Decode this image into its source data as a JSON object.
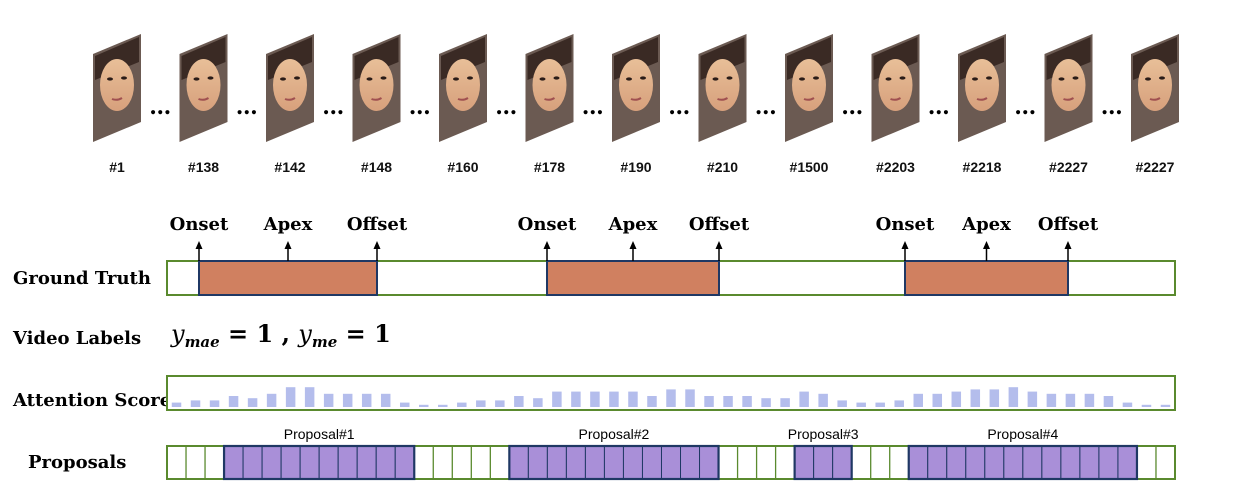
{
  "frames": [
    {
      "label": "#1"
    },
    {
      "label": "#138"
    },
    {
      "label": "#142"
    },
    {
      "label": "#148"
    },
    {
      "label": "#160"
    },
    {
      "label": "#178"
    },
    {
      "label": "#190"
    },
    {
      "label": "#210"
    },
    {
      "label": "#1500"
    },
    {
      "label": "#2203"
    },
    {
      "label": "#2218"
    },
    {
      "label": "#2227"
    },
    {
      "label": "#2227"
    }
  ],
  "ellipsis": "…",
  "rows": {
    "ground_truth": "Ground Truth",
    "video_labels": "Video Labels",
    "attention_scores": "Attention Scores",
    "proposals": "Proposals"
  },
  "ground_truth": {
    "segments": [
      {
        "onset": "Onset",
        "apex": "Apex",
        "offset": "Offset"
      },
      {
        "onset": "Onset",
        "apex": "Apex",
        "offset": "Offset"
      },
      {
        "onset": "Onset",
        "apex": "Apex",
        "offset": "Offset"
      }
    ]
  },
  "video_labels": {
    "y_mae_symbol": "y",
    "y_mae_sub": "mae",
    "y_mae_value": " = 1 , ",
    "y_me_symbol": "y",
    "y_me_sub": "me",
    "y_me_value": " = 1"
  },
  "attention": {
    "scores": [
      0.2,
      0.3,
      0.3,
      0.5,
      0.4,
      0.6,
      0.9,
      0.9,
      0.6,
      0.6,
      0.6,
      0.6,
      0.2,
      0.1,
      0.1,
      0.2,
      0.3,
      0.3,
      0.5,
      0.4,
      0.7,
      0.7,
      0.7,
      0.7,
      0.7,
      0.5,
      0.8,
      0.8,
      0.5,
      0.5,
      0.5,
      0.4,
      0.4,
      0.7,
      0.6,
      0.3,
      0.2,
      0.2,
      0.3,
      0.6,
      0.6,
      0.7,
      0.8,
      0.8,
      0.9,
      0.7,
      0.6,
      0.6,
      0.6,
      0.5,
      0.2,
      0.1,
      0.1
    ]
  },
  "proposals": {
    "total_cells": 53,
    "groups": [
      {
        "label": "Proposal#1",
        "start": 3,
        "end": 12
      },
      {
        "label": "Proposal#2",
        "start": 18,
        "end": 28
      },
      {
        "label": "Proposal#3",
        "start": 33,
        "end": 35
      },
      {
        "label": "Proposal#4",
        "start": 39,
        "end": 50
      }
    ]
  },
  "colors": {
    "track_border": "#5a8a2e",
    "gt_fill": "#d08060",
    "gt_border": "#1f3864",
    "attention_bar": "#b4bdec",
    "proposal_fill": "#a98fd8",
    "proposal_border": "#1f3864"
  }
}
